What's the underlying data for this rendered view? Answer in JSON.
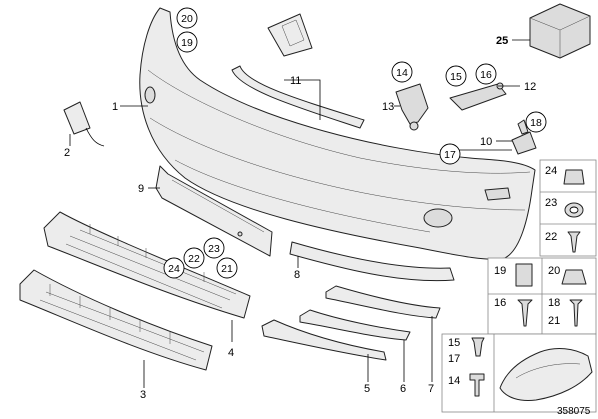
{
  "labels": {
    "p1": "1",
    "p2": "2",
    "p3": "3",
    "p4": "4",
    "p5": "5",
    "p6": "6",
    "p7": "7",
    "p8": "8",
    "p9": "9",
    "p10": "10",
    "p11": "11",
    "p12": "12",
    "p13": "13"
  },
  "circled": {
    "c20a": "20",
    "c19a": "19",
    "c14a": "14",
    "c15a": "15",
    "c16a": "16",
    "c18a": "18",
    "c17a": "17",
    "c23a": "23",
    "c22a": "22",
    "c24a": "24",
    "c21a": "21"
  },
  "kit_label": "25",
  "side_box": {
    "r1": "24",
    "r2": "23",
    "r3": "22",
    "r4a": "19",
    "r4b": "20",
    "r5a": "16",
    "r5b": "18",
    "r5c": "21",
    "r6a": "15",
    "r6b": "17",
    "r6c": "14"
  },
  "doc_id": "358075"
}
